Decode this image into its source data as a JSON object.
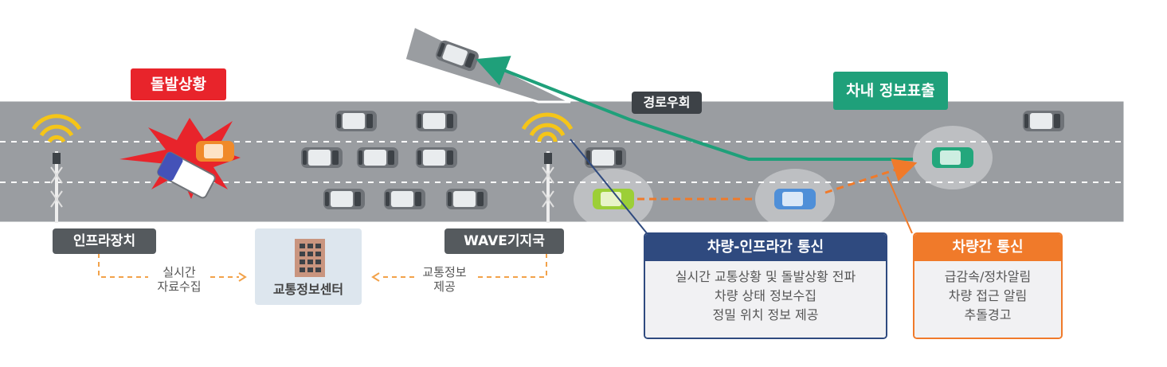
{
  "labels": {
    "incident": "돌발상황",
    "detour": "경로우회",
    "in_vehicle": "차내 정보표출",
    "infra_device": "인프라장치",
    "wave_station": "WAVE기지국",
    "traffic_center": "교통정보센터",
    "realtime_collect_1": "실시간",
    "realtime_collect_2": "자료수집",
    "traffic_info_1": "교통정보",
    "traffic_info_2": "제공"
  },
  "v2i_box": {
    "title": "차량-인프라간 통신",
    "lines": [
      "실시간 교통상황 및 돌발상황 전파",
      "차량 상태 정보수집",
      "정밀 위치 정보 제공"
    ]
  },
  "v2v_box": {
    "title": "차량간 통신",
    "lines": [
      "급감속/정차알림",
      "차량 접근 알림",
      "추돌경고"
    ]
  },
  "colors": {
    "road": "#9a9da1",
    "incident_red": "#e8242b",
    "detour_green": "#1fa07a",
    "v2i_blue": "#2f4a7f",
    "v2v_orange": "#f07a2a",
    "wifi_yellow": "#f5c518"
  }
}
